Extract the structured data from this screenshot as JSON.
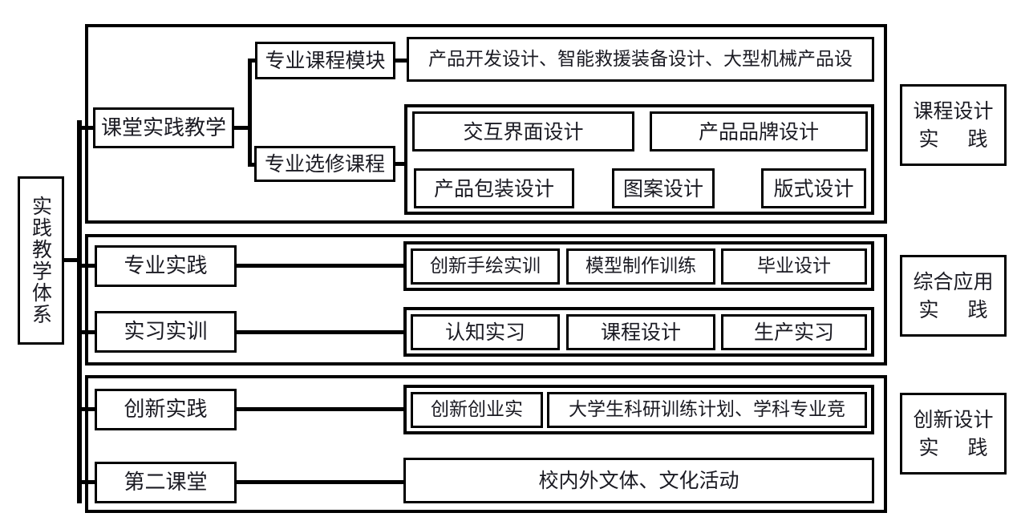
{
  "diagram": {
    "title": "实践教学体系",
    "root": {
      "label": "实践教学体系"
    },
    "sections": [
      {
        "name": "课堂实践教学",
        "node": "课堂实践教学",
        "side_label_line1": "课程设计",
        "side_label_line2": "实  践",
        "branches": [
          {
            "label": "专业课程模块",
            "items": [
              "产品开发设计、智能救援装备设计、大型机械产品设"
            ]
          },
          {
            "label": "专业选修课程",
            "items": [
              "交互界面设计",
              "产品品牌设计",
              "产品包装设计",
              "图案设计",
              "版式设计"
            ]
          }
        ]
      },
      {
        "name": "综合应用实践",
        "side_label_line1": "综合应用",
        "side_label_line2": "实  践",
        "rows": [
          {
            "label": "专业实践",
            "items": [
              "创新手绘实训",
              "模型制作训练",
              "毕业设计"
            ]
          },
          {
            "label": "实习实训",
            "items": [
              "认知实习",
              "课程设计",
              "生产实习"
            ]
          }
        ]
      },
      {
        "name": "创新设计实践",
        "side_label_line1": "创新设计",
        "side_label_line2": "实  践",
        "rows": [
          {
            "label": "创新实践",
            "items": [
              "创新创业实",
              "大学生科研训练计划、学科专业竞"
            ]
          },
          {
            "label": "第二课堂",
            "items": [
              "校内外文体、文化活动"
            ]
          }
        ]
      }
    ]
  }
}
